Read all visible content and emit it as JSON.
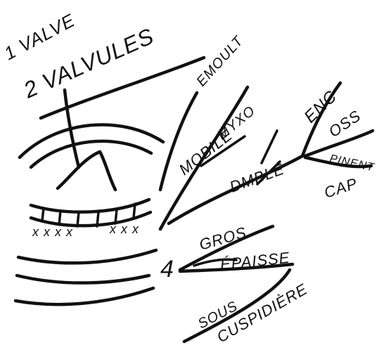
{
  "labels": {
    "valve_1": "1 VALVE",
    "valve_2": "2 VALVULES",
    "emoult": "EMOULT",
    "mobile": "MOBILE",
    "myxo": "MYXO",
    "dmble": "DMBLÉ",
    "enc": "ENC",
    "oss": "OSS",
    "pinent": "PINENT",
    "cap": "CAP",
    "number_4": "4",
    "gros": "GROS",
    "epaisse": "ÉPAISSE",
    "sous": "SOUS",
    "cuspide": "CUSPIDIÈRE"
  },
  "colors": {
    "ink": "#111111",
    "paper": "#ffffff"
  }
}
